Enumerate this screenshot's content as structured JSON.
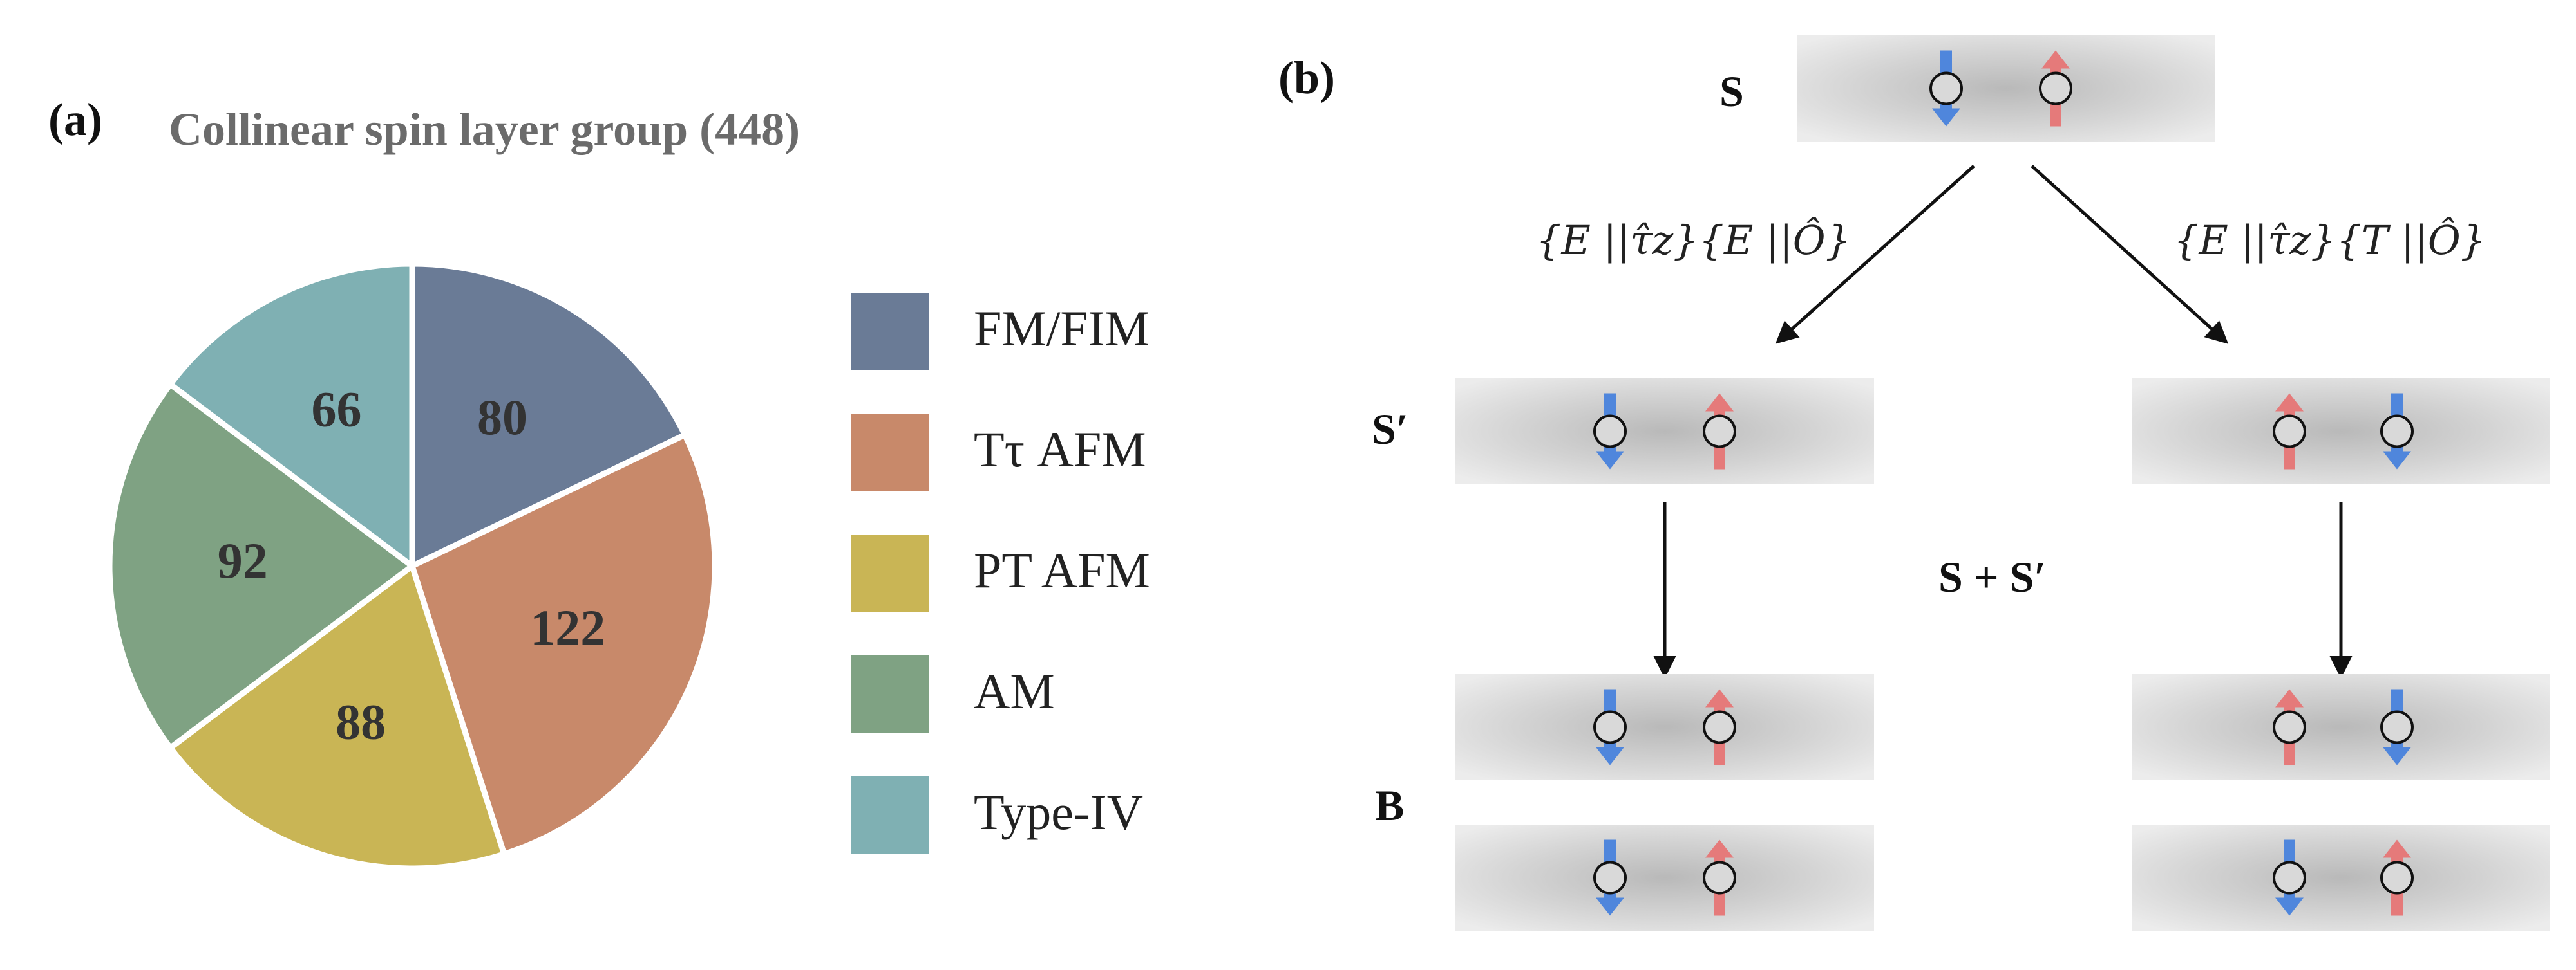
{
  "colors": {
    "fm_fim": "#6a7b96",
    "t_tau_afm": "#c8896a",
    "pt_afm": "#c9b555",
    "am": "#7fa283",
    "type_iv": "#7fb0b3",
    "spin_up": "#e57a7a",
    "spin_down": "#4f86dc",
    "layer_bg": "#dcdcdc"
  },
  "panel_a": {
    "label": "(a)",
    "title": "Collinear spin layer group (448)"
  },
  "chart_data": {
    "type": "pie",
    "title": "Collinear spin layer group (448)",
    "total": 448,
    "start_angle_deg": 0,
    "direction": "clockwise",
    "slices": [
      {
        "name": "FM/FIM",
        "value": 80,
        "color": "#6a7b96"
      },
      {
        "name": "Tτ AFM",
        "value": 122,
        "color": "#c8896a"
      },
      {
        "name": "PT AFM",
        "value": 88,
        "color": "#c9b555"
      },
      {
        "name": "AM",
        "value": 92,
        "color": "#7fa283"
      },
      {
        "name": "Type-IV",
        "value": 66,
        "color": "#7fb0b3"
      }
    ],
    "legend": {
      "placement": "right",
      "entries": [
        "FM/FIM",
        "Tτ AFM",
        "PT AFM",
        "AM",
        "Type-IV"
      ]
    }
  },
  "panel_b": {
    "label": "(b)",
    "state_s": "S",
    "state_s_prime": "S′",
    "state_sum": "S + S′",
    "state_b": "B",
    "op_left": "{E ||τ̂z}{E ||Ô}",
    "op_right": "{E ||τ̂z}{T ||Ô}",
    "spin_icon": "spin-arrow-icon",
    "site_icon": "atom-site-icon"
  }
}
